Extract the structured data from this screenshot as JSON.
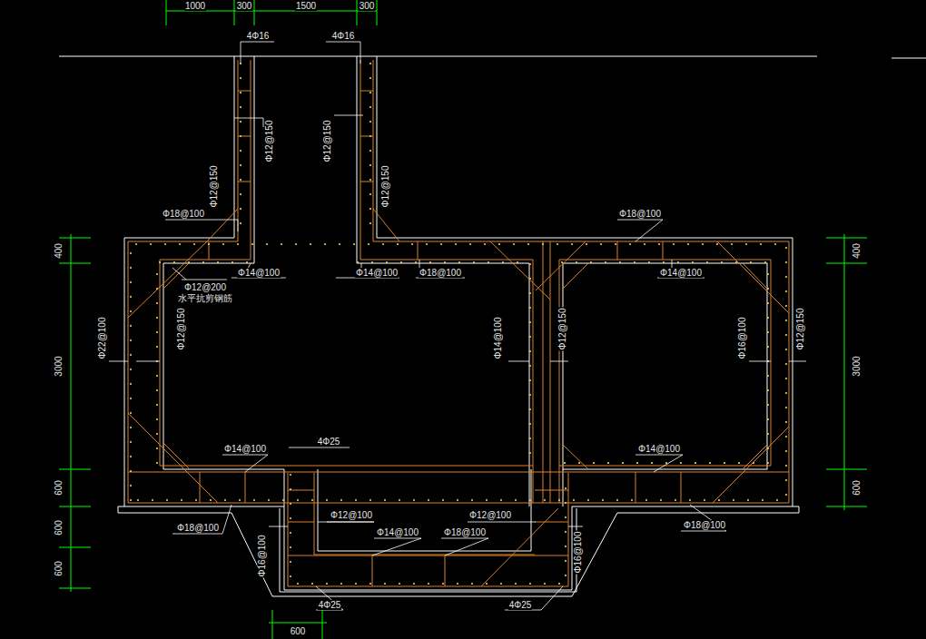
{
  "diagram": {
    "labels": [
      "1000",
      "300",
      "1500",
      "300",
      "4Φ16",
      "4Φ16",
      "Φ12@150",
      "Φ12@150",
      "Φ12@150",
      "Φ12@150",
      "Φ18@100",
      "Φ18@100",
      "Φ14@100",
      "Φ14@100",
      "Φ18@100",
      "Φ14@100",
      "Φ12@200",
      "水平抗剪钢筋",
      "Φ22@100",
      "Φ12@150",
      "Φ14@100",
      "Φ12@150",
      "Φ16@100",
      "Φ12@150",
      "4Φ25",
      "Φ14@100",
      "Φ14@100",
      "Φ18@100",
      "Φ18@100",
      "Φ12@100",
      "Φ12@100",
      "Φ14@100",
      "Φ18@100",
      "Φ16@100",
      "Φ16@100",
      "4Φ25",
      "4Φ25",
      "600",
      "400",
      "3000",
      "600",
      "600",
      "600",
      "400",
      "3000",
      "600"
    ]
  }
}
